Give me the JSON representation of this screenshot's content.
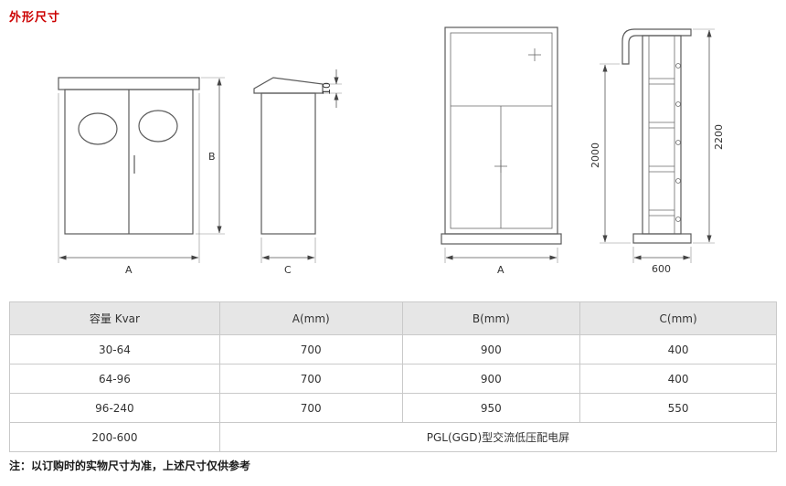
{
  "colors": {
    "title_red": "#cc0000",
    "table_header_bg": "#e6e6e6",
    "table_border": "#c9c9c9",
    "drawing_line": "#5a5a5a"
  },
  "page": {
    "title": "外形尺寸",
    "note": "注：以订购时的实物尺寸为准，上述尺寸仅供参考"
  },
  "drawings": {
    "cabinet_front": {
      "dim_width": "A",
      "dim_height": "B"
    },
    "cabinet_side": {
      "dim_depth": "C",
      "dim_cap": "10"
    },
    "panel_front": {
      "dim_width": "A"
    },
    "panel_side": {
      "dim_inner_height": "2000",
      "dim_total_height": "2200",
      "dim_depth": "600"
    }
  },
  "table": {
    "headers": [
      "容量 Kvar",
      "A(mm)",
      "B(mm)",
      "C(mm)"
    ],
    "rows": [
      [
        "30-64",
        "700",
        "900",
        "400"
      ],
      [
        "64-96",
        "700",
        "900",
        "400"
      ],
      [
        "96-240",
        "700",
        "950",
        "550"
      ]
    ],
    "merged_row": {
      "capacity": "200-600",
      "value": "PGL(GGD)型交流低压配电屏"
    }
  }
}
